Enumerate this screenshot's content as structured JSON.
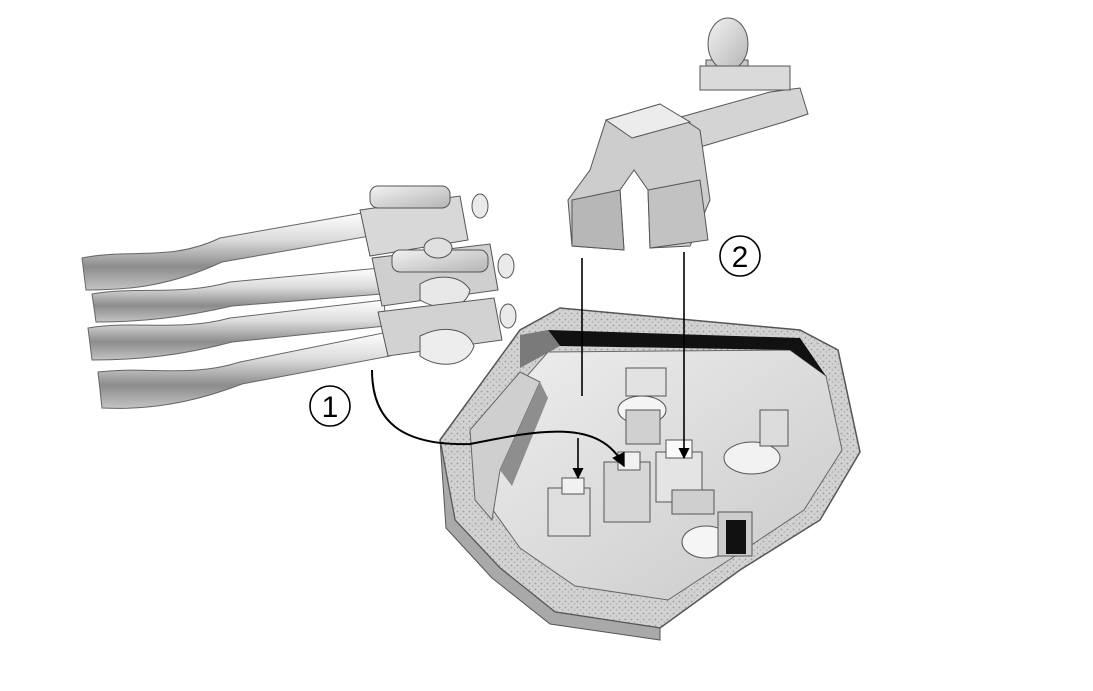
{
  "figure": {
    "steps": [
      {
        "number": "1",
        "action": "rotate-and-insert",
        "part": "module-with-hoses"
      },
      {
        "number": "2",
        "action": "insert-vertical",
        "part": "bracket-with-arm"
      }
    ]
  },
  "colors": {
    "background": "#ffffff",
    "part_light": "#e6e6e6",
    "part_mid": "#c8c8c8",
    "part_dark": "#9a9a9a",
    "part_shadow": "#000000",
    "line": "#000000"
  }
}
